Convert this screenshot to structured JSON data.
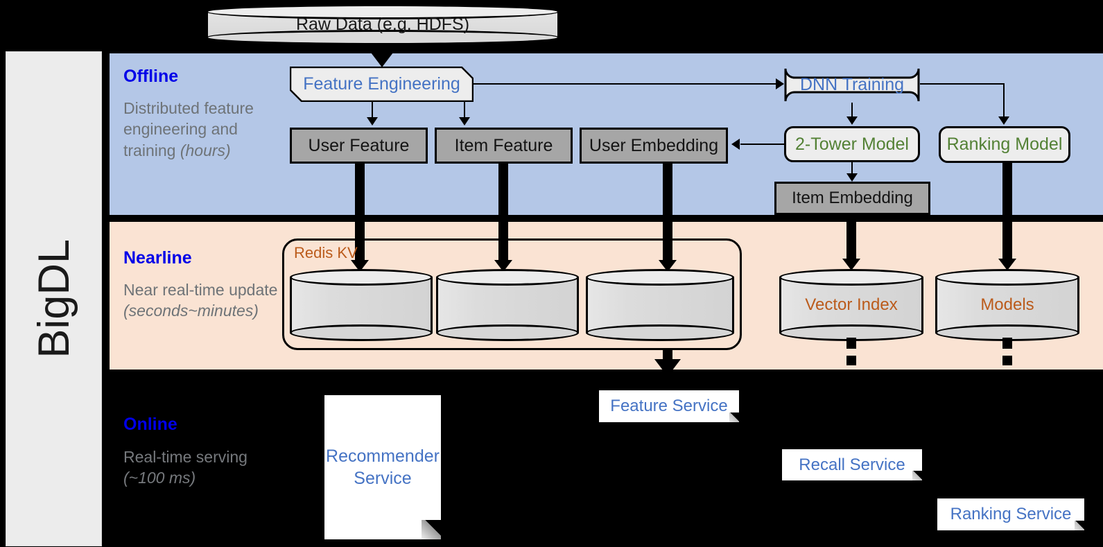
{
  "sidebar": {
    "label": "BigDL"
  },
  "bands": {
    "offline": {
      "title": "Offline",
      "subtitle": "Distributed feature engineering and training ",
      "subtitle_italic": "(hours)",
      "color": "#B4C7E7"
    },
    "nearline": {
      "title": "Nearline",
      "subtitle": "Near real-time update ",
      "subtitle_italic": "(seconds~minutes)",
      "color": "#FAE3D3"
    },
    "online": {
      "title": "Online",
      "subtitle": "Real-time serving ",
      "subtitle_italic": "(~100 ms)",
      "color": "#000000"
    }
  },
  "nodes": {
    "raw_data": "Raw Data (e.g. HDFS)",
    "feature_engineering": "Feature Engineering",
    "dnn_training": "DNN Training",
    "user_feature": "User Feature",
    "item_feature": "Item Feature",
    "user_embedding": "User Embedding",
    "two_tower_model": "2-Tower Model",
    "ranking_model": "Ranking Model",
    "item_embedding": "Item Embedding",
    "redis_kv": "Redis KV",
    "vector_index": "Vector Index",
    "models": "Models",
    "feature_service": "Feature Service",
    "recall_service": "Recall Service",
    "ranking_service": "Ranking Service",
    "recommender_service_line1": "Recommender",
    "recommender_service_line2": "Service"
  },
  "colors": {
    "offline_band": "#B4C7E7",
    "nearline_band": "#FAE3D3",
    "online_band": "#000000",
    "band_title": "#0000E8",
    "band_subtitle": "#6E7377",
    "blue_text": "#4573C4",
    "green_text": "#538135",
    "orange_text": "#BB5B1B",
    "gray_box": "#A6A6A6",
    "light_box": "#EDEDED",
    "sidebar": "#ECECEC"
  }
}
